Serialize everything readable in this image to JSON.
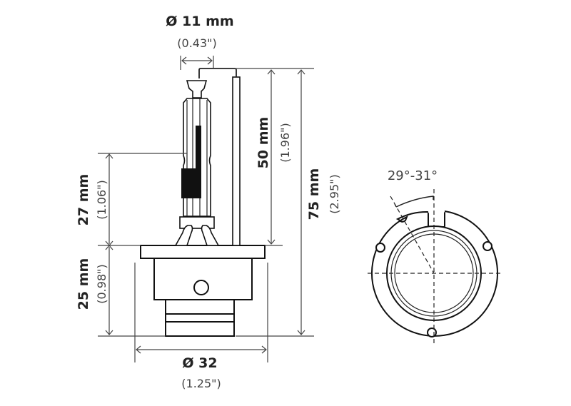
{
  "diagram": {
    "title": "Bulb dimensions technical drawing",
    "side_view": {
      "top_diameter": {
        "main": "Ø 11 mm",
        "sub": "(0.43\")"
      },
      "glass_height": {
        "main": "50 mm",
        "sub": "(1.96\")"
      },
      "total_height": {
        "main": "75 mm",
        "sub": "(2.95\")"
      },
      "arc_height": {
        "main": "27 mm",
        "sub": "(1.06\")"
      },
      "base_height": {
        "main": "25 mm",
        "sub": "(0.98\")"
      },
      "base_diameter": {
        "main": "Ø 32",
        "sub": "(1.25\")"
      }
    },
    "top_view": {
      "angle": {
        "main": "29°-31°"
      }
    },
    "colors": {
      "line": "#111111",
      "dimension": "#444444",
      "fill_dark": "#111111",
      "background": "#ffffff"
    }
  }
}
